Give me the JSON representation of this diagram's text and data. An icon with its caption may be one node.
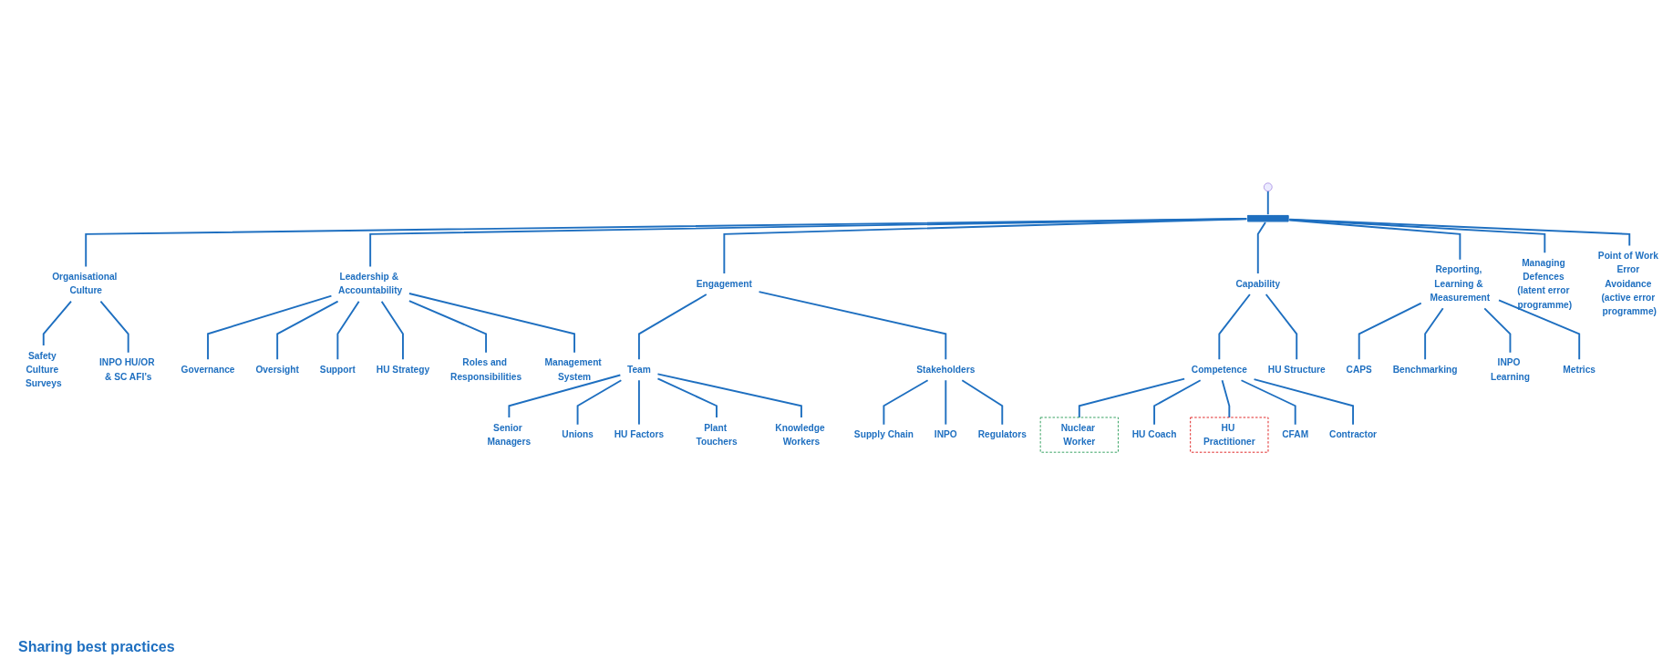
{
  "diagram": {
    "nodes": [
      {
        "text": [],
        "shape": "bar"
      },
      {
        "text": [
          "Organisational Culture"
        ]
      },
      {
        "text": [
          "Leadership & Accountability"
        ]
      },
      {
        "text": [
          "Engagement"
        ]
      },
      {
        "text": [
          "Capability"
        ]
      },
      {
        "text": [
          "Reporting, Learning & Measurement"
        ]
      },
      {
        "text": [
          "Managing Defences (latent error programme)"
        ]
      },
      {
        "text": [
          "Point of Work Error Avoidance (active error programme)"
        ]
      },
      {
        "text": [
          "Safety Culture Surveys"
        ]
      },
      {
        "text": [
          "INPO HU/OR & SC AFI’s"
        ]
      },
      {
        "text": [
          "Governance"
        ]
      },
      {
        "text": [
          "Oversight"
        ]
      },
      {
        "text": [
          "Support"
        ]
      },
      {
        "text": [
          "HU Strategy"
        ]
      },
      {
        "text": [
          "Roles and Responsibilities"
        ]
      },
      {
        "text": [
          "Management System"
        ]
      },
      {
        "text": [
          "Team"
        ]
      },
      {
        "text": [
          "Stakeholders"
        ]
      },
      {
        "text": [
          "Senior Managers"
        ]
      },
      {
        "text": [
          "Unions"
        ]
      },
      {
        "text": [
          "HU Factors"
        ]
      },
      {
        "text": [
          "Plant Touchers"
        ]
      },
      {
        "text": [
          "Knowledge Workers"
        ]
      },
      {
        "text": [
          "Supply Chain"
        ]
      },
      {
        "text": [
          "INPO"
        ]
      },
      {
        "text": [
          "Regulators"
        ]
      },
      {
        "text": [
          "Competence"
        ]
      },
      {
        "text": [
          "HU Structure"
        ]
      },
      {
        "text": [
          "Nuclear Worker"
        ]
      },
      {
        "text": [
          "HU Coach"
        ]
      },
      {
        "text": [
          "HU Practitioner"
        ]
      },
      {
        "text": [
          "CFAM"
        ]
      },
      {
        "text": [
          "Contractor"
        ]
      },
      {
        "text": [
          "CAPS"
        ]
      },
      {
        "text": [
          "Benchmarking"
        ]
      },
      {
        "text": [
          "INPO Learning"
        ]
      },
      {
        "text": [
          "Metrics"
        ]
      }
    ],
    "edges": [
      {
        "from": null,
        "to": 0,
        "arrow": "none"
      },
      {
        "from": 0,
        "to": 1,
        "arrow": "none"
      },
      {
        "from": 0,
        "to": 2,
        "arrow": "none"
      },
      {
        "from": 0,
        "to": 3,
        "arrow": "none"
      },
      {
        "from": 0,
        "to": 4,
        "arrow": "none"
      },
      {
        "from": 0,
        "to": 5,
        "arrow": "none"
      },
      {
        "from": 0,
        "to": 6,
        "arrow": "none"
      },
      {
        "from": 0,
        "to": 7,
        "arrow": "none"
      },
      {
        "from": 1,
        "to": 8,
        "arrow": "none"
      },
      {
        "from": 1,
        "to": 9,
        "arrow": "none"
      },
      {
        "from": 2,
        "to": 10,
        "arrow": "none"
      },
      {
        "from": 2,
        "to": 11,
        "arrow": "none"
      },
      {
        "from": 2,
        "to": 12,
        "arrow": "none"
      },
      {
        "from": 2,
        "to": 13,
        "arrow": "none"
      },
      {
        "from": 2,
        "to": 14,
        "arrow": "none"
      },
      {
        "from": 2,
        "to": 15,
        "arrow": "none"
      },
      {
        "from": 3,
        "to": 16,
        "arrow": "none"
      },
      {
        "from": 3,
        "to": 17,
        "arrow": "none"
      },
      {
        "from": 16,
        "to": 18,
        "arrow": "none"
      },
      {
        "from": 16,
        "to": 19,
        "arrow": "none"
      },
      {
        "from": 16,
        "to": 20,
        "arrow": "none"
      },
      {
        "from": 16,
        "to": 21,
        "arrow": "none"
      },
      {
        "from": 16,
        "to": 22,
        "arrow": "none"
      },
      {
        "from": 17,
        "to": 23,
        "arrow": "none"
      },
      {
        "from": 17,
        "to": 24,
        "arrow": "none"
      },
      {
        "from": 17,
        "to": 25,
        "arrow": "none"
      },
      {
        "from": 4,
        "to": 26,
        "arrow": "none"
      },
      {
        "from": 4,
        "to": 27,
        "arrow": "none"
      },
      {
        "from": 26,
        "to": 28,
        "arrow": "none"
      },
      {
        "from": 26,
        "to": 29,
        "arrow": "none"
      },
      {
        "from": 26,
        "to": 30,
        "arrow": "none"
      },
      {
        "from": 26,
        "to": 31,
        "arrow": "none"
      },
      {
        "from": 26,
        "to": 32,
        "arrow": "none"
      },
      {
        "from": 5,
        "to": 33,
        "arrow": "none"
      },
      {
        "from": 5,
        "to": 34,
        "arrow": "none"
      },
      {
        "from": 5,
        "to": 35,
        "arrow": "none"
      },
      {
        "from": 5,
        "to": 36,
        "arrow": "none"
      }
    ],
    "labels": [
      "Sharing best practices"
    ]
  }
}
